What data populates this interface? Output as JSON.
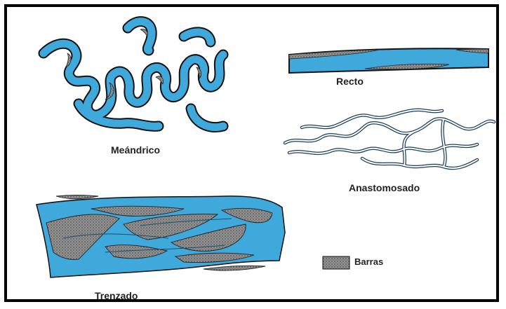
{
  "labels": {
    "meandrico": "Meándrico",
    "recto": "Recto",
    "anastomosado": "Anastomosado",
    "trenzado": "Trenzado",
    "barras": "Barras"
  },
  "colors": {
    "water": "#3fa9dc",
    "bar_fill": "#8c8c8c",
    "outline": "#1a1a1a",
    "anastomosed_line": "#1b3f5c",
    "border": "#000000",
    "background": "#ffffff"
  }
}
